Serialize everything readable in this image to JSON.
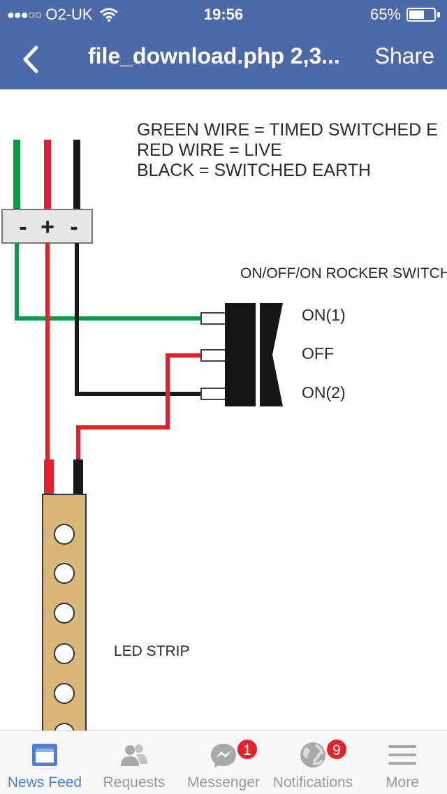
{
  "status_bar": {
    "carrier": "O2-UK",
    "time": "19:56",
    "battery_percent": "65%",
    "battery_level": 0.65
  },
  "nav": {
    "title": "file_download.php 2,3...",
    "share_label": "Share"
  },
  "diagram": {
    "legend": [
      "GREEN WIRE = TIMED SWITCHED E",
      "RED WIRE = LIVE",
      "BLACK = SWITCHED EARTH"
    ],
    "connector_labels": [
      "-",
      "+",
      "-"
    ],
    "switch_title": "ON/OFF/ON ROCKER SWITCH",
    "switch_positions": [
      "ON(1)",
      "OFF",
      "ON(2)"
    ],
    "strip_label": "LED STRIP",
    "colors": {
      "green_wire": "#0a9a48",
      "red_wire": "#e4202a",
      "black_wire": "#1a1a1a",
      "led_strip": "#d9b77a"
    }
  },
  "tabbar": {
    "items": [
      {
        "label": "News Feed",
        "icon": "news-feed-icon",
        "active": true
      },
      {
        "label": "Requests",
        "icon": "friend-requests-icon"
      },
      {
        "label": "Messenger",
        "icon": "messenger-icon",
        "badge": "1"
      },
      {
        "label": "Notifications",
        "icon": "globe-icon",
        "badge": "9"
      },
      {
        "label": "More",
        "icon": "hamburger-menu-icon"
      }
    ],
    "colors": {
      "active": "#4f7fd0",
      "inactive": "#9a9a9a",
      "badge": "#e8202a"
    }
  }
}
